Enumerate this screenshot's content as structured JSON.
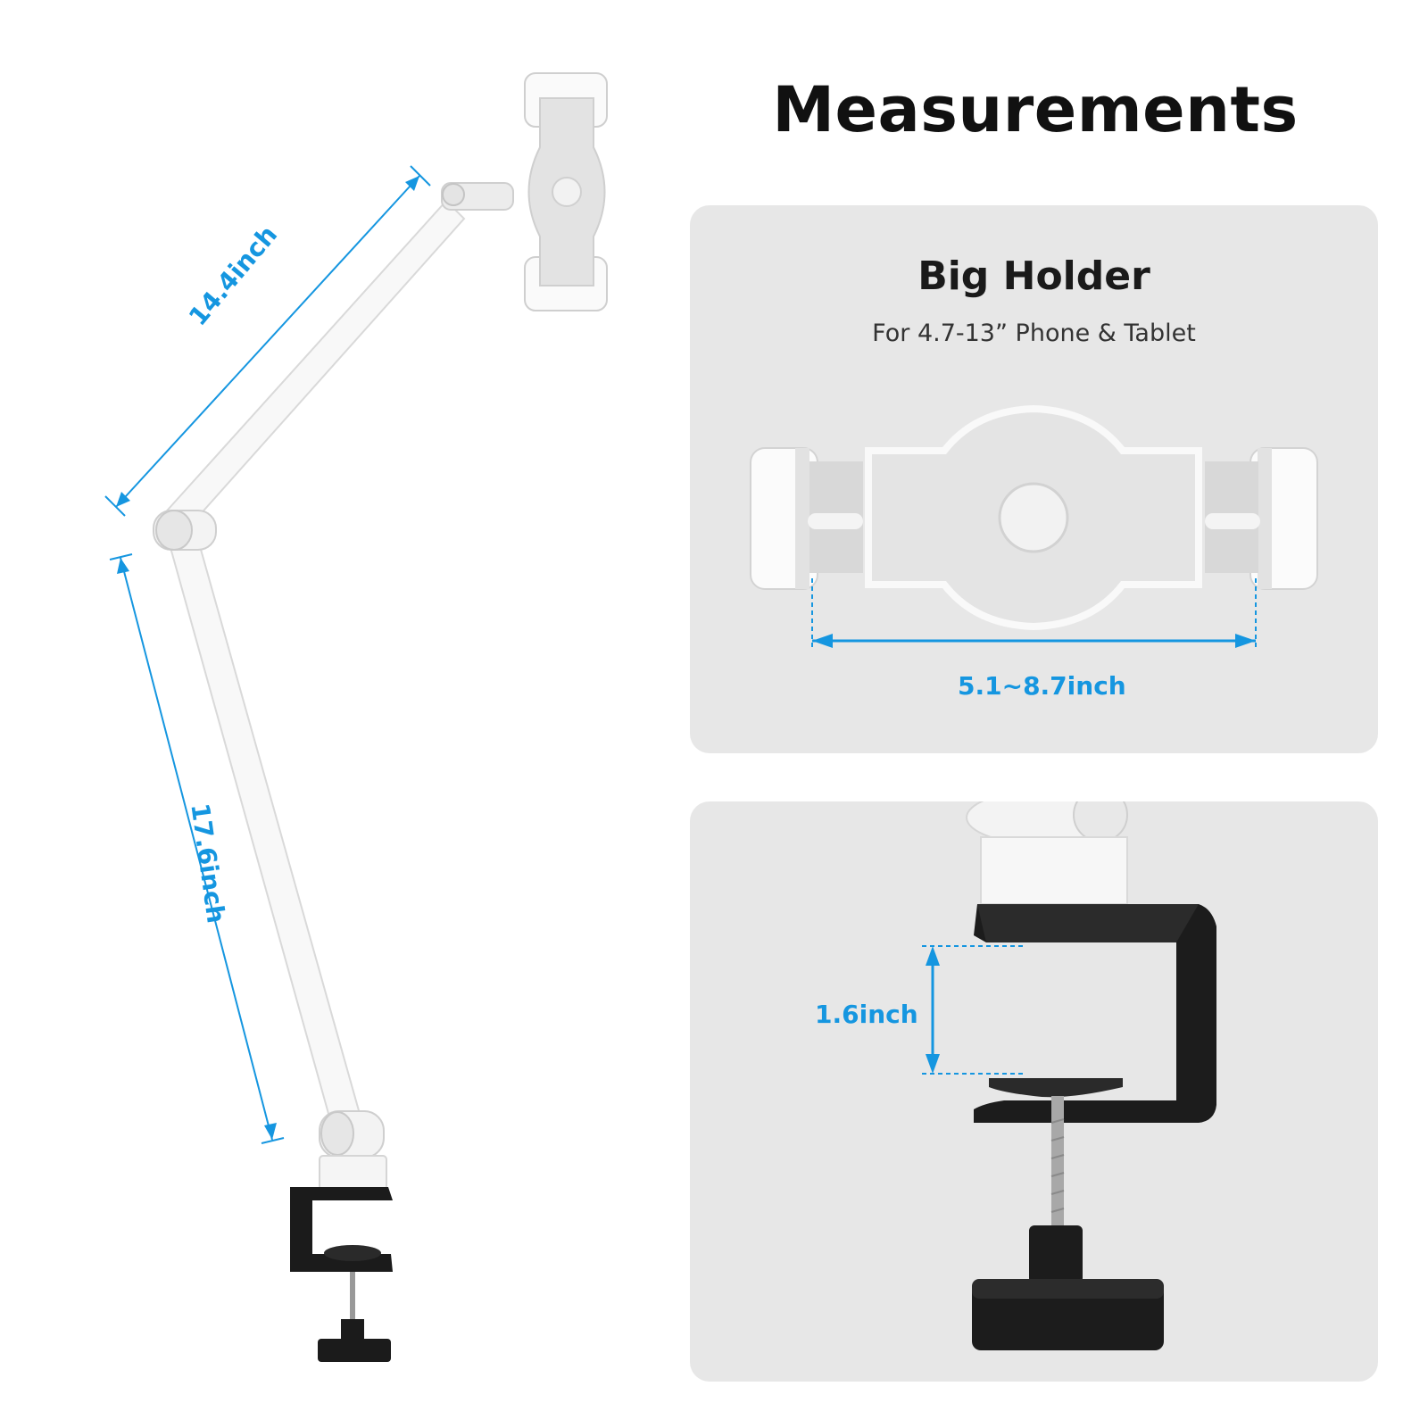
{
  "title": "Measurements",
  "holder": {
    "name": "Big Holder",
    "compat": "For 4.7-13” Phone & Tablet",
    "width_range": "5.1~8.7inch"
  },
  "clamp": {
    "opening": "1.6inch"
  },
  "arm": {
    "upper_length": "14.4inch",
    "lower_length": "17.6inch"
  },
  "colors": {
    "accent": "#1596e0",
    "card_bg": "#e7e7e7",
    "clamp_black": "#1b1b1b",
    "arm_white": "#f7f7f7"
  }
}
